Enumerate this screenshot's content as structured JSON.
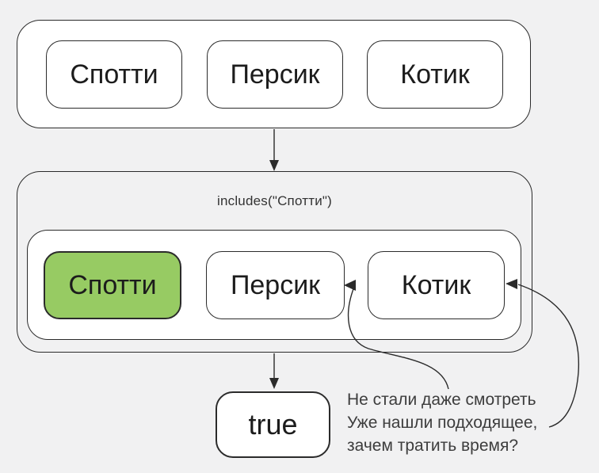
{
  "colors": {
    "background": "#f1f1f2",
    "stroke": "#2b2b2b",
    "box_fill": "#ffffff",
    "highlight_fill": "#97cb63",
    "text": "#1c1c1c",
    "annotation_text": "#3d3d3d"
  },
  "source_array": {
    "items": [
      "Спотти",
      "Персик",
      "Котик"
    ]
  },
  "operation": {
    "label": "includes(\"Спотти\")",
    "items": [
      {
        "label": "Спотти",
        "matched": true
      },
      {
        "label": "Персик",
        "matched": false
      },
      {
        "label": "Котик",
        "matched": false
      }
    ]
  },
  "result": {
    "value": "true"
  },
  "annotation": {
    "lines": [
      "Не стали даже смотреть",
      "Уже нашли подходящее,",
      "зачем тратить время?"
    ]
  }
}
